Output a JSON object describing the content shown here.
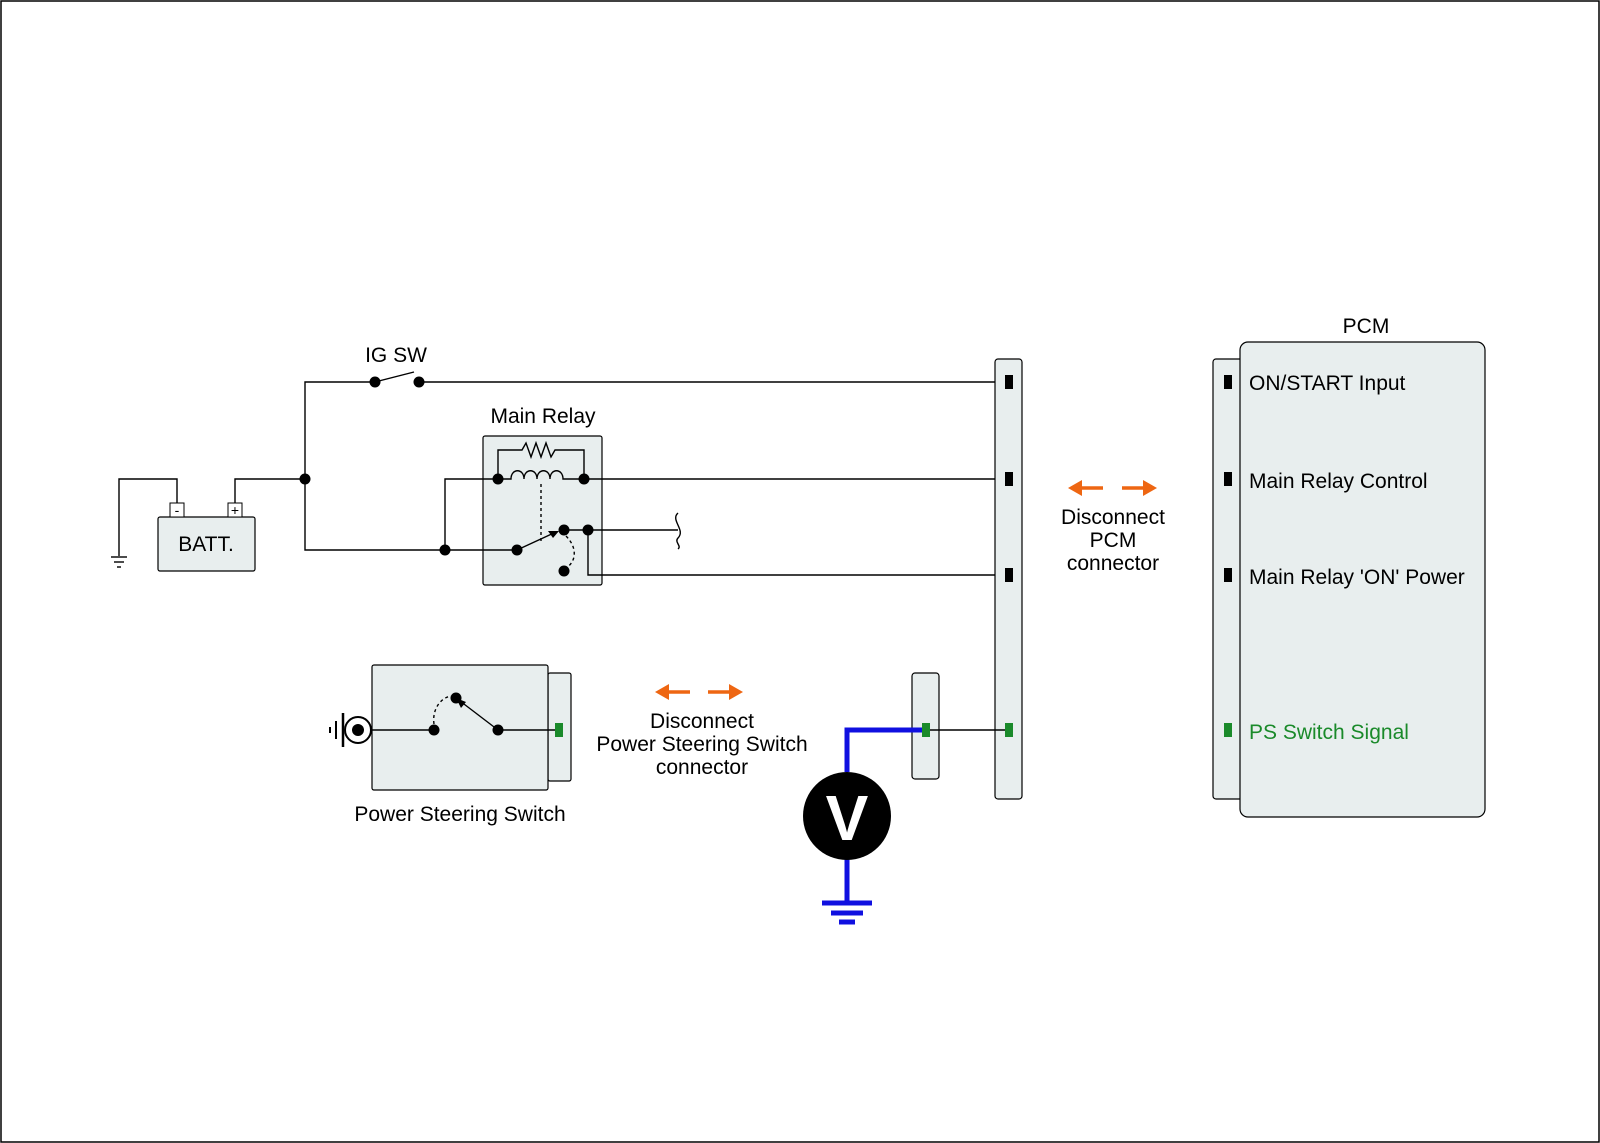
{
  "labels": {
    "ig_sw": "IG SW",
    "main_relay": "Main Relay",
    "batt": "BATT.",
    "batt_minus": "-",
    "batt_plus": "+",
    "pcm": "PCM",
    "ps_switch": "Power Steering Switch",
    "disconnect_pcm": [
      "Disconnect",
      "PCM",
      "connector"
    ],
    "disconnect_ps": [
      "Disconnect",
      "Power Steering Switch",
      "connector"
    ],
    "voltmeter": "V"
  },
  "pcm_pins": [
    {
      "label": "ON/START Input",
      "color": "#000000"
    },
    {
      "label": "Main Relay Control",
      "color": "#000000"
    },
    {
      "label": "Main Relay 'ON' Power",
      "color": "#000000"
    },
    {
      "label": "PS Switch Signal",
      "color": "#1a8a2a"
    }
  ],
  "colors": {
    "measurement_wire": "#1010e0",
    "disconnect_arrow": "#ee6612",
    "signal_pin": "#1a8a2a",
    "component_fill": "#e8eeee"
  }
}
